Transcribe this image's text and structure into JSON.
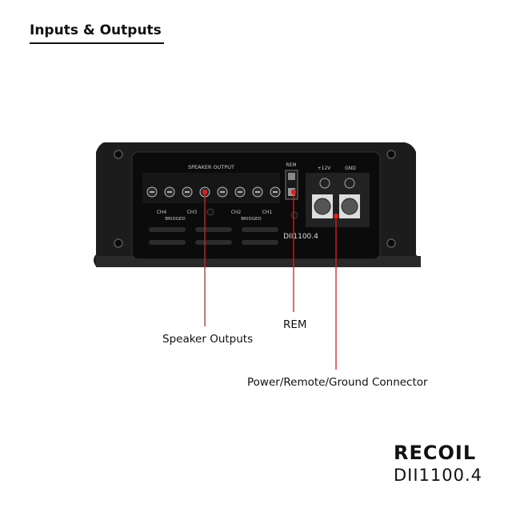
{
  "header": {
    "title": "Inputs & Outputs"
  },
  "amplifier": {
    "panel_heading": "SPEAKER OUTPUT",
    "rem_label": "REM",
    "power_label": "+12V",
    "ground_label": "GND",
    "channel_labels": [
      "CH4",
      "CH3",
      "CH2",
      "CH1"
    ],
    "bridged_label": "BRIDGED",
    "model_plate": "DII1100.4"
  },
  "callouts": {
    "speaker_outputs": "Speaker Outputs",
    "rem": "REM",
    "power": "Power/Remote/Ground Connector"
  },
  "branding": {
    "brand": "RECOIL",
    "model": "DII1100.4"
  },
  "colors": {
    "accent_line": "#e21d1d",
    "chassis": "#1b1b1b",
    "panel": "#0c0c0c"
  }
}
